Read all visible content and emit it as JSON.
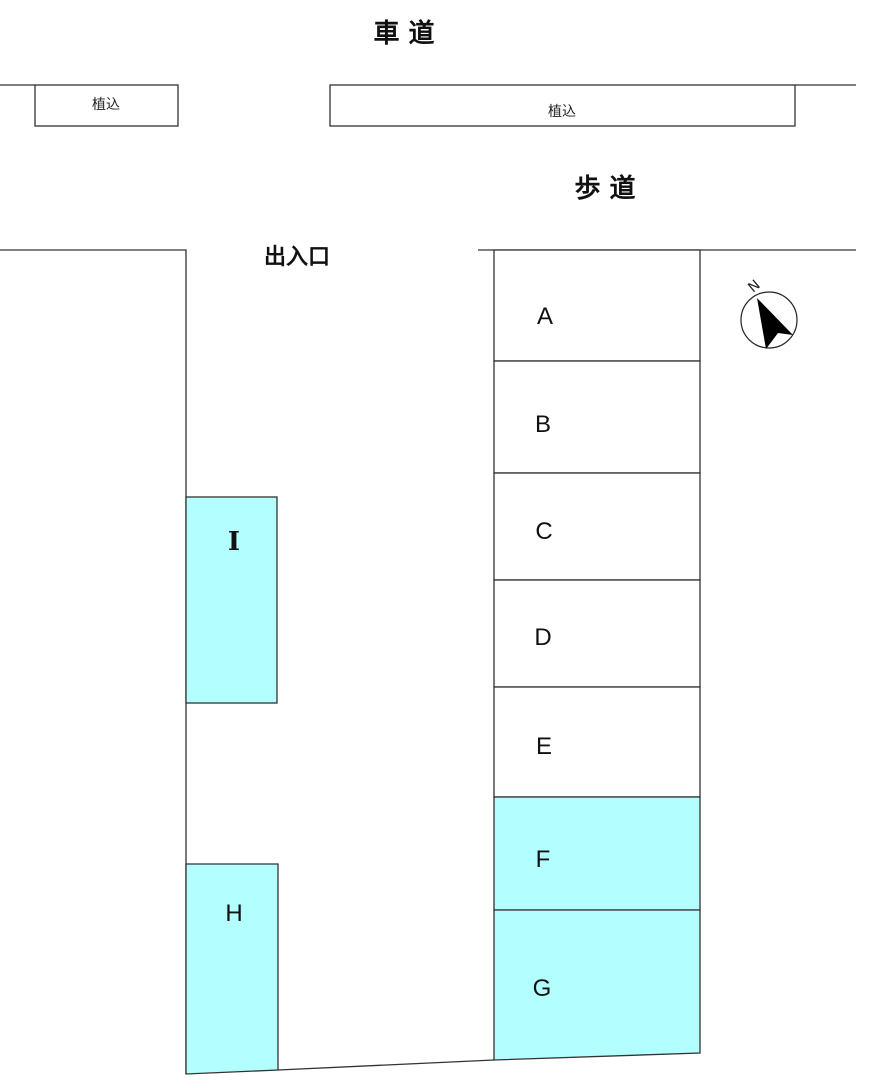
{
  "labels": {
    "roadway": "車 道",
    "sidewalk": "歩 道",
    "entrance": "出入口",
    "planter_left": "植込",
    "planter_right": "植込"
  },
  "compass": {
    "north_label": "N",
    "icon": "north-arrow-icon"
  },
  "colors": {
    "occupied_fill": "#b3ffff",
    "vacant_fill": "#ffffff",
    "line": "#333333"
  },
  "lots": [
    {
      "id": "A",
      "label": "A",
      "status": "vacant"
    },
    {
      "id": "B",
      "label": "B",
      "status": "vacant"
    },
    {
      "id": "C",
      "label": "C",
      "status": "vacant"
    },
    {
      "id": "D",
      "label": "D",
      "status": "vacant"
    },
    {
      "id": "E",
      "label": "E",
      "status": "vacant"
    },
    {
      "id": "F",
      "label": "F",
      "status": "occupied"
    },
    {
      "id": "G",
      "label": "G",
      "status": "occupied"
    },
    {
      "id": "H",
      "label": "H",
      "status": "occupied"
    },
    {
      "id": "I",
      "label": "I",
      "status": "occupied"
    }
  ]
}
